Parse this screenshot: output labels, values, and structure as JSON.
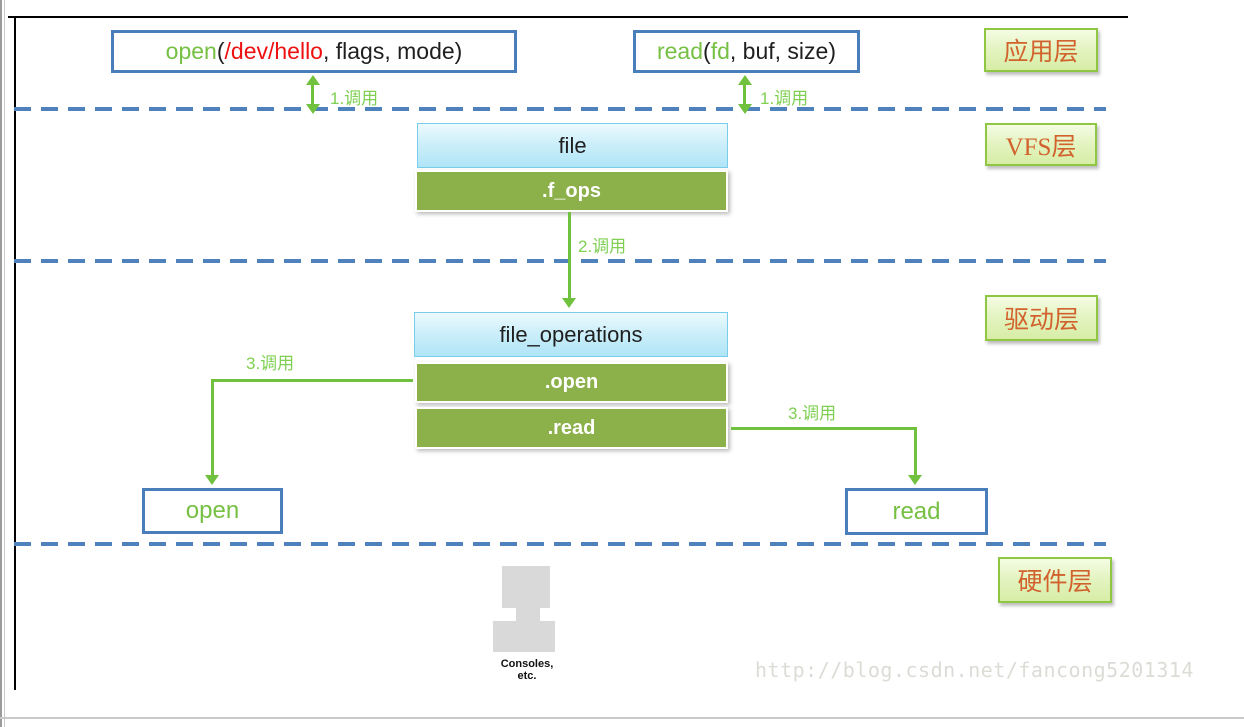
{
  "colors": {
    "blue_border": "#4a7ebb",
    "dashed_blue": "#4f81bd",
    "green_arrow": "#6fc13e",
    "call_label_green": "#7fd052",
    "fn_green": "#76c043",
    "red_path": "#ee1111",
    "text_black": "#1f1f1f",
    "olive_fill": "#8cb04a",
    "cyan_border": "#79cdeb",
    "layer_border": "#8fc742",
    "layer_text": "#d2622d",
    "icon_gray": "#d9d9d9",
    "watermark_gray": "#dcdcd6"
  },
  "layers": {
    "application": {
      "label": "应用层"
    },
    "vfs": {
      "label": "VFS层"
    },
    "driver": {
      "label": "驱动层"
    },
    "hardware": {
      "label": "硬件层"
    }
  },
  "calls": {
    "open_call_runs": [
      {
        "text": "open",
        "color": "#76c043"
      },
      {
        "text": "(",
        "color": "#1f1f1f"
      },
      {
        "text": "/dev/hello",
        "color": "#ee1111"
      },
      {
        "text": ", flags, mode)",
        "color": "#1f1f1f"
      }
    ],
    "read_call_runs": [
      {
        "text": "read",
        "color": "#76c043"
      },
      {
        "text": "(",
        "color": "#1f1f1f"
      },
      {
        "text": "fd",
        "color": "#76c043"
      },
      {
        "text": ", buf, size)",
        "color": "#1f1f1f"
      }
    ]
  },
  "boxes": {
    "file": "file",
    "f_ops": ".f_ops",
    "file_operations": "file_operations",
    "open_member": ".open",
    "read_member": ".read",
    "open_fn": "open",
    "read_fn": "read"
  },
  "arrow_labels": {
    "call1": "1.调用",
    "call2": "2.调用",
    "call3": "3.调用"
  },
  "hardware": {
    "console_caption_line1": "Consoles,",
    "console_caption_line2": "etc."
  },
  "watermark": "http://blog.csdn.net/fancong5201314"
}
